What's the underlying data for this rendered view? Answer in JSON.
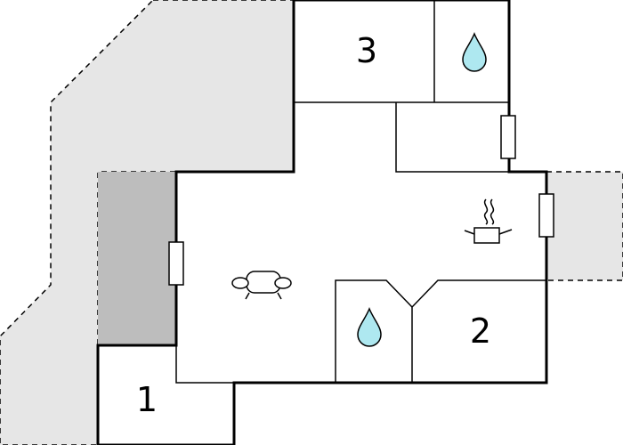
{
  "floorplan": {
    "rooms": [
      {
        "id": "room-1",
        "label": "1"
      },
      {
        "id": "room-2",
        "label": "2"
      },
      {
        "id": "room-3",
        "label": "3"
      }
    ],
    "icons": [
      {
        "name": "water-drop-icon",
        "room": "room-3"
      },
      {
        "name": "water-drop-icon",
        "room": "bathroom"
      },
      {
        "name": "cooking-pot-icon",
        "room": "kitchen"
      },
      {
        "name": "sofa-icon",
        "room": "living-room"
      }
    ],
    "colors": {
      "wall": "#000000",
      "outdoor_area": "#e6e6e6",
      "covered_area": "#bdbdbd",
      "water": "#aee8f0",
      "background": "#ffffff"
    }
  }
}
